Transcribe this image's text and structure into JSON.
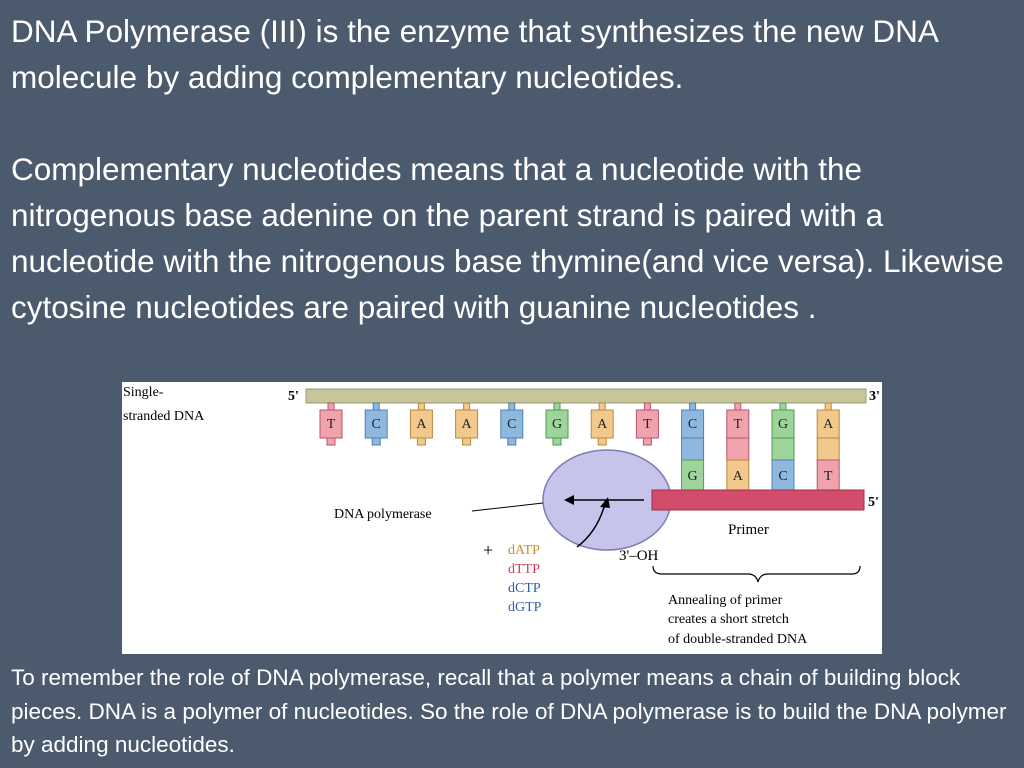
{
  "slide": {
    "paragraph1": "DNA Polymerase (III) is the enzyme that synthesizes the new DNA molecule by adding complementary nucleotides.",
    "paragraph2": "Complementary nucleotides means that a nucleotide with the nitrogenous base adenine on the parent strand is paired with a nucleotide with the nitrogenous base thymine(and vice versa).  Likewise cytosine nucleotides are paired with guanine nucleotides .",
    "paragraph3": "To remember the role of DNA polymerase, recall that a polymer means a chain of building block pieces.  DNA is a polymer of nucleotides.  So the role of DNA polymerase is to build the DNA polymer by adding nucleotides."
  },
  "figure": {
    "label_single_stranded_line1": "Single-",
    "label_single_stranded_line2": "stranded DNA",
    "end_5_top": "5'",
    "end_3_top": "3'",
    "end_5_primer": "5'",
    "label_dna_polymerase": "DNA polymerase",
    "label_primer": "Primer",
    "label_oh": "3'–OH",
    "plus": "+",
    "ntp_datp": "dATP",
    "ntp_dttp": "dTTP",
    "ntp_dctp": "dCTP",
    "ntp_dgtp": "dGTP",
    "annealing_line1": "Annealing of primer",
    "annealing_line2": "creates a short stretch",
    "annealing_line3": "of double-stranded DNA",
    "template_bases": [
      "T",
      "C",
      "A",
      "A",
      "C",
      "G",
      "A",
      "T",
      "C",
      "T",
      "G",
      "A"
    ],
    "primer_bases": [
      "G",
      "A",
      "C",
      "T"
    ],
    "colors": {
      "A": "#f2c98c",
      "T": "#f0a3ad",
      "C": "#8fb8df",
      "G": "#9ed39b",
      "backbone": "#c7c69a",
      "primer": "#d24d6a",
      "polymerase": "#c7c4ec",
      "background": "#4c5a6e"
    }
  }
}
